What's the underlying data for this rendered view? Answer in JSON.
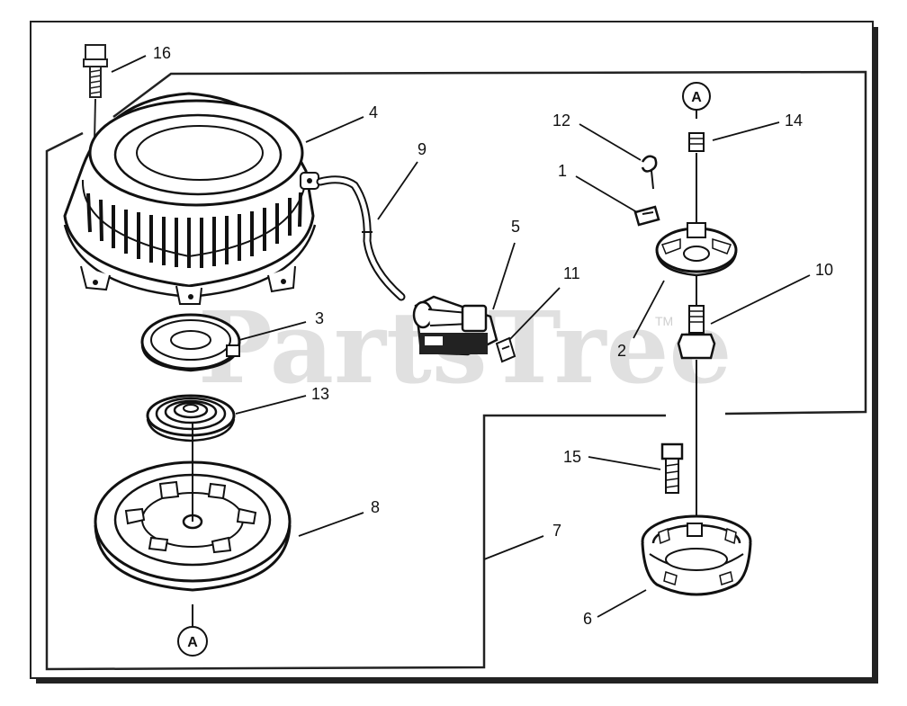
{
  "diagram": {
    "callouts": {
      "c1": "1",
      "c2": "2",
      "c3": "3",
      "c4": "4",
      "c5": "5",
      "c6": "6",
      "c7": "7",
      "c8": "8",
      "c9": "9",
      "c10": "10",
      "c11": "11",
      "c12": "12",
      "c13": "13",
      "c14": "14",
      "c15": "15",
      "c16": "16"
    },
    "ref_marker_top": "A",
    "ref_marker_bottom": "A"
  },
  "watermark": {
    "text": "PartsTree",
    "tm": "TM"
  }
}
